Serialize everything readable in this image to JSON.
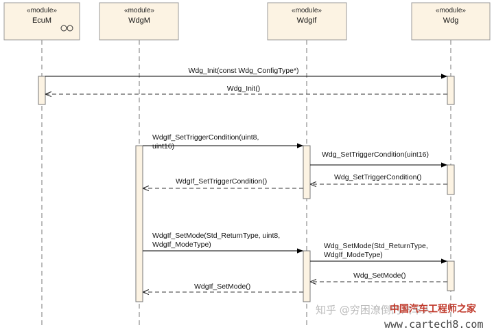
{
  "modules": [
    {
      "stereotype": "«module»",
      "name": "EcuM"
    },
    {
      "stereotype": "«module»",
      "name": "WdgM"
    },
    {
      "stereotype": "«module»",
      "name": "WdgIf"
    },
    {
      "stereotype": "«module»",
      "name": "Wdg"
    }
  ],
  "messages": [
    {
      "lines": [
        "Wdg_Init(const Wdg_ConfigType*)"
      ]
    },
    {
      "lines": [
        "Wdg_Init()"
      ]
    },
    {
      "lines": [
        "WdgIf_SetTriggerCondition(uint8,",
        "uint16)"
      ]
    },
    {
      "lines": [
        "Wdg_SetTriggerCondition(uint16)"
      ]
    },
    {
      "lines": [
        "Wdg_SetTriggerCondition()"
      ]
    },
    {
      "lines": [
        "WdgIf_SetTriggerCondition()"
      ]
    },
    {
      "lines": [
        "WdgIf_SetMode(Std_ReturnType, uint8,",
        "WdgIf_ModeType)"
      ]
    },
    {
      "lines": [
        "Wdg_SetMode(Std_ReturnType,",
        "WdgIf_ModeType)"
      ]
    },
    {
      "lines": [
        "Wdg_SetMode()"
      ]
    },
    {
      "lines": [
        "WdgIf_SetMode()"
      ]
    }
  ],
  "watermark": {
    "zhihu": "知乎 @穷困潦倒的汽车人",
    "site_cn": "中国汽车工程师之家",
    "site_url": "www.cartech8.com"
  }
}
